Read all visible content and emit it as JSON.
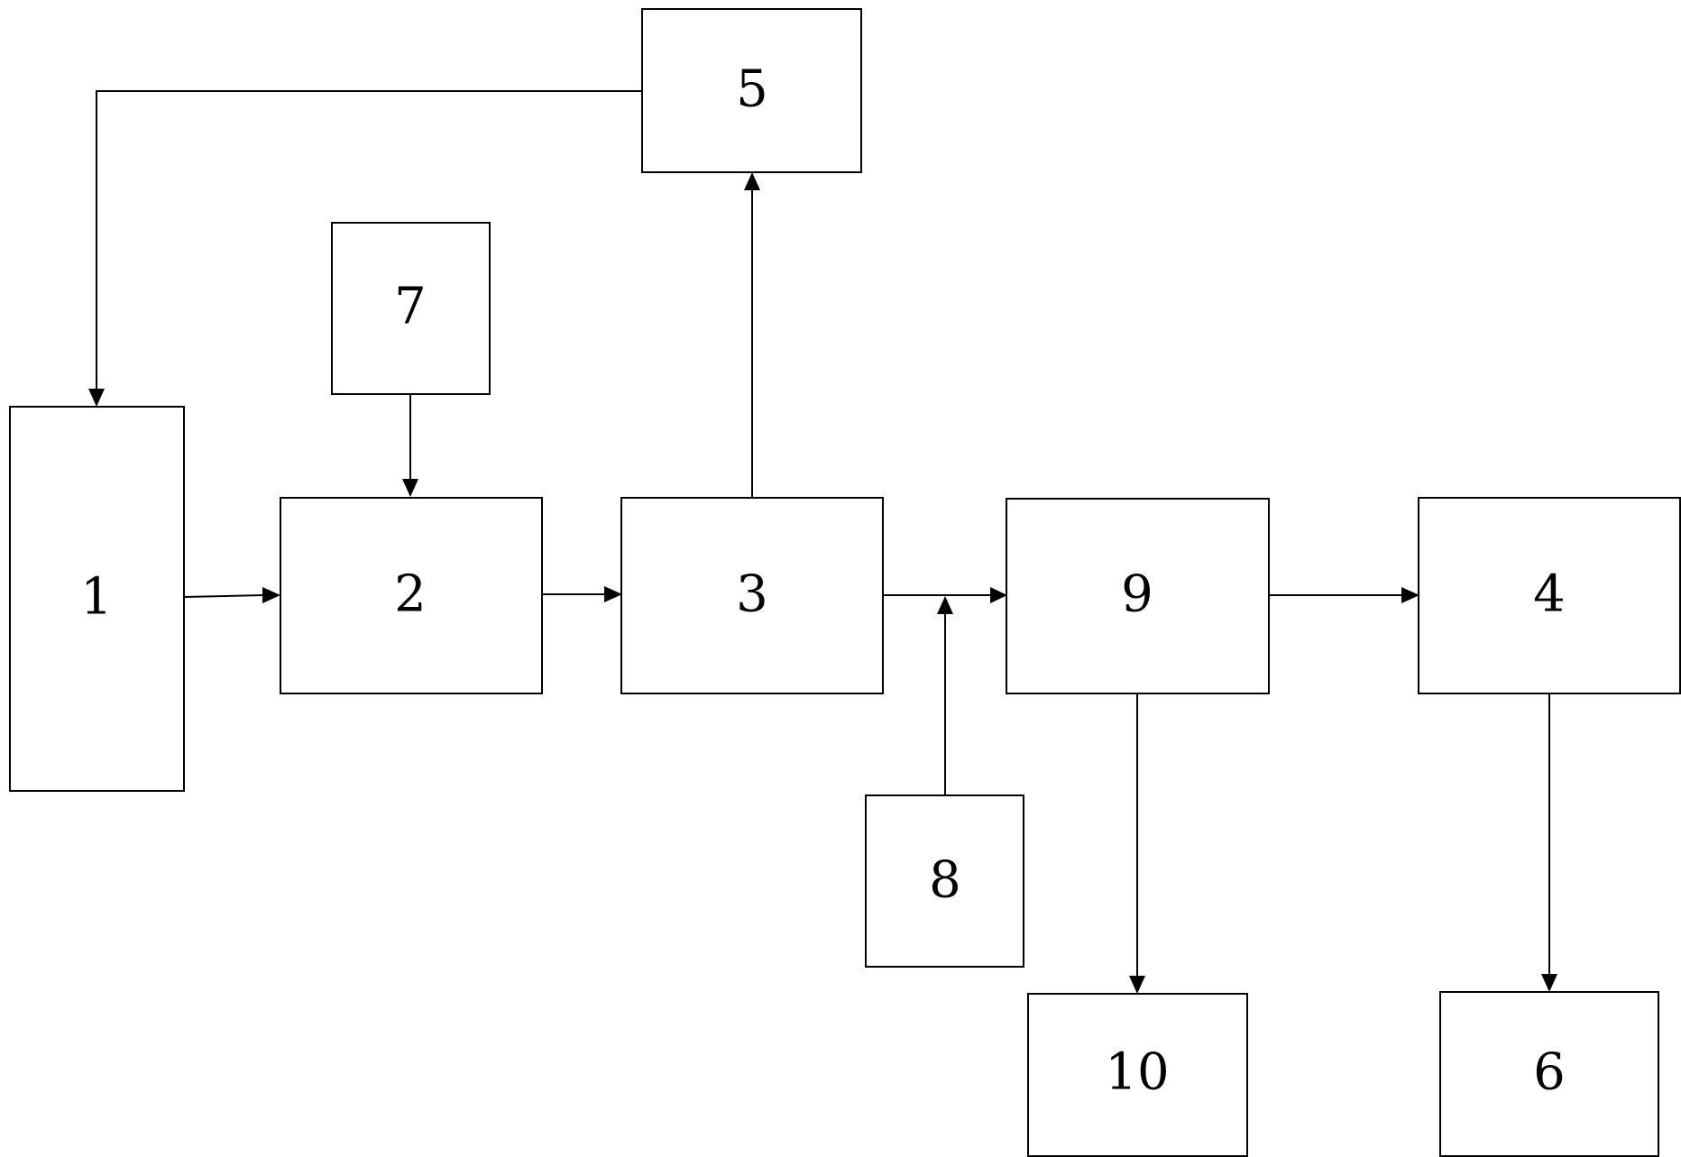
{
  "diagram": {
    "blocks": [
      {
        "id": "b1",
        "label": "1"
      },
      {
        "id": "b2",
        "label": "2"
      },
      {
        "id": "b3",
        "label": "3"
      },
      {
        "id": "b4",
        "label": "4"
      },
      {
        "id": "b5",
        "label": "5"
      },
      {
        "id": "b6",
        "label": "6"
      },
      {
        "id": "b7",
        "label": "7"
      },
      {
        "id": "b8",
        "label": "8"
      },
      {
        "id": "b9",
        "label": "9"
      },
      {
        "id": "b10",
        "label": "10"
      }
    ],
    "connections": [
      {
        "from": "1",
        "to": "2"
      },
      {
        "from": "2",
        "to": "3"
      },
      {
        "from": "3",
        "to": "5"
      },
      {
        "from": "5",
        "to": "1"
      },
      {
        "from": "7",
        "to": "2"
      },
      {
        "from": "3",
        "to": "9"
      },
      {
        "from": "8",
        "to": "3-9 line"
      },
      {
        "from": "9",
        "to": "4"
      },
      {
        "from": "9",
        "to": "10"
      },
      {
        "from": "4",
        "to": "6"
      }
    ]
  }
}
